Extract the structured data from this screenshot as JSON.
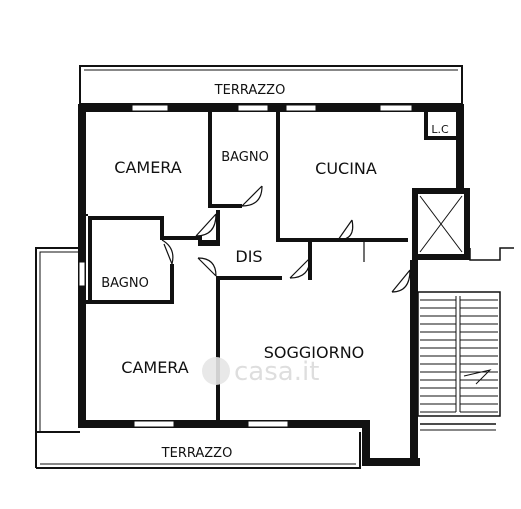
{
  "plan": {
    "rooms": {
      "terrazzo_top": "TERRAZZO",
      "lc": "L.C",
      "camera_top": "CAMERA",
      "bagno_top": "BAGNO",
      "cucina": "CUCINA",
      "dis": "DIS",
      "bagno_left": "BAGNO",
      "camera_bottom": "CAMERA",
      "soggiorno": "SOGGIORNO",
      "terrazzo_bottom": "TERRAZZO"
    },
    "watermark": "casa.it"
  },
  "colors": {
    "walls": "#111111",
    "background": "#ffffff",
    "watermark": "#d9d9d9"
  }
}
